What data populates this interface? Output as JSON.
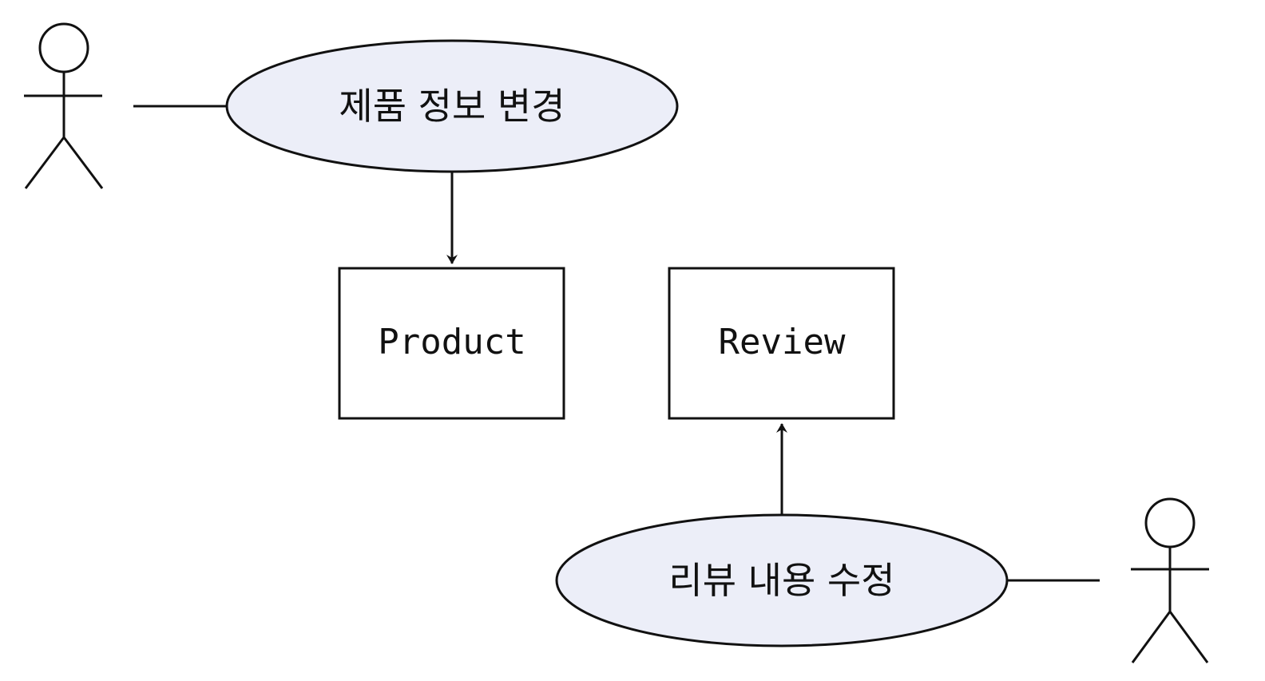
{
  "diagram": {
    "use_cases": {
      "product_change": {
        "label": "제품 정보 변경"
      },
      "review_edit": {
        "label": "리뷰 내용 수정"
      }
    },
    "entities": {
      "product": {
        "label": "Product"
      },
      "review": {
        "label": "Review"
      }
    },
    "colors": {
      "use_case_fill": "#eceef8",
      "stroke": "#111111",
      "entity_fill": "#ffffff"
    }
  }
}
